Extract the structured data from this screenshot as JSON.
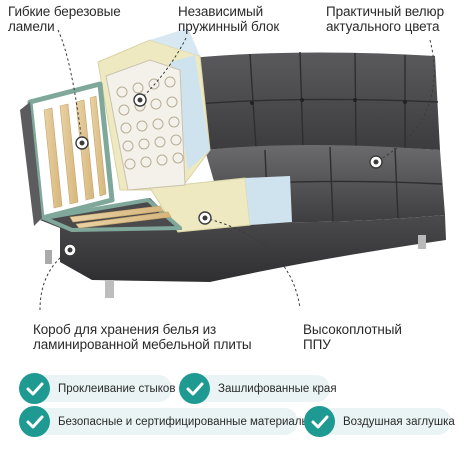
{
  "callouts": {
    "lamels": [
      "Гибкие березовые",
      "ламели"
    ],
    "spring_block": [
      "Независимый",
      "пружинный блок"
    ],
    "velour": [
      "Практичный велюр",
      "актуального цвета"
    ],
    "storage_box": [
      "Короб для хранения белья из",
      "ламинированной мебельной плиты"
    ],
    "foam": [
      "Высокоплотный",
      "ППУ"
    ]
  },
  "features": [
    "Проклеивание стыков",
    "Зашлифованные края",
    "Безопасные и сертифицированные материалы",
    "Воздушная заглушка"
  ],
  "colors": {
    "accent": "#1f9a93",
    "badge_bg": "#eaf4f4",
    "upholstery": "#4a4a4c",
    "frame": "#7fa89a",
    "foam": "#eee9c0",
    "foam_blue": "#cfe3ef"
  },
  "icons": [
    "check-icon",
    "callout-dot-icon"
  ]
}
